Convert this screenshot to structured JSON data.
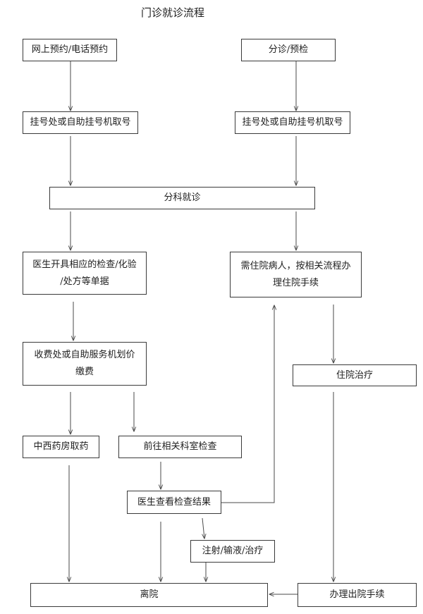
{
  "title": "门诊就诊流程",
  "nodes": {
    "online_booking": "网上预约/电话预约",
    "triage": "分诊/预检",
    "registration_left": "挂号处或自助挂号机取号",
    "registration_right": "挂号处或自助挂号机取号",
    "department_visit": "分科就诊",
    "doctor_orders": "医生开具相应的检查/化验\n/处方等单据",
    "hospitalization": "需住院病人，按相关流程办\n理住院手续",
    "payment": "收费处或自助服务机划价\n缴费",
    "inpatient_treatment": "住院治疗",
    "pharmacy": "中西药房取药",
    "examination": "前往相关科室检查",
    "review_results": "医生查看检查结果",
    "treatment": "注射/输液/治疗",
    "leave_hospital": "离院",
    "discharge_procedure": "办理出院手续"
  },
  "colors": {
    "border": "#3a3a3a",
    "connector": "#4a4a4a",
    "background": "#ffffff"
  }
}
